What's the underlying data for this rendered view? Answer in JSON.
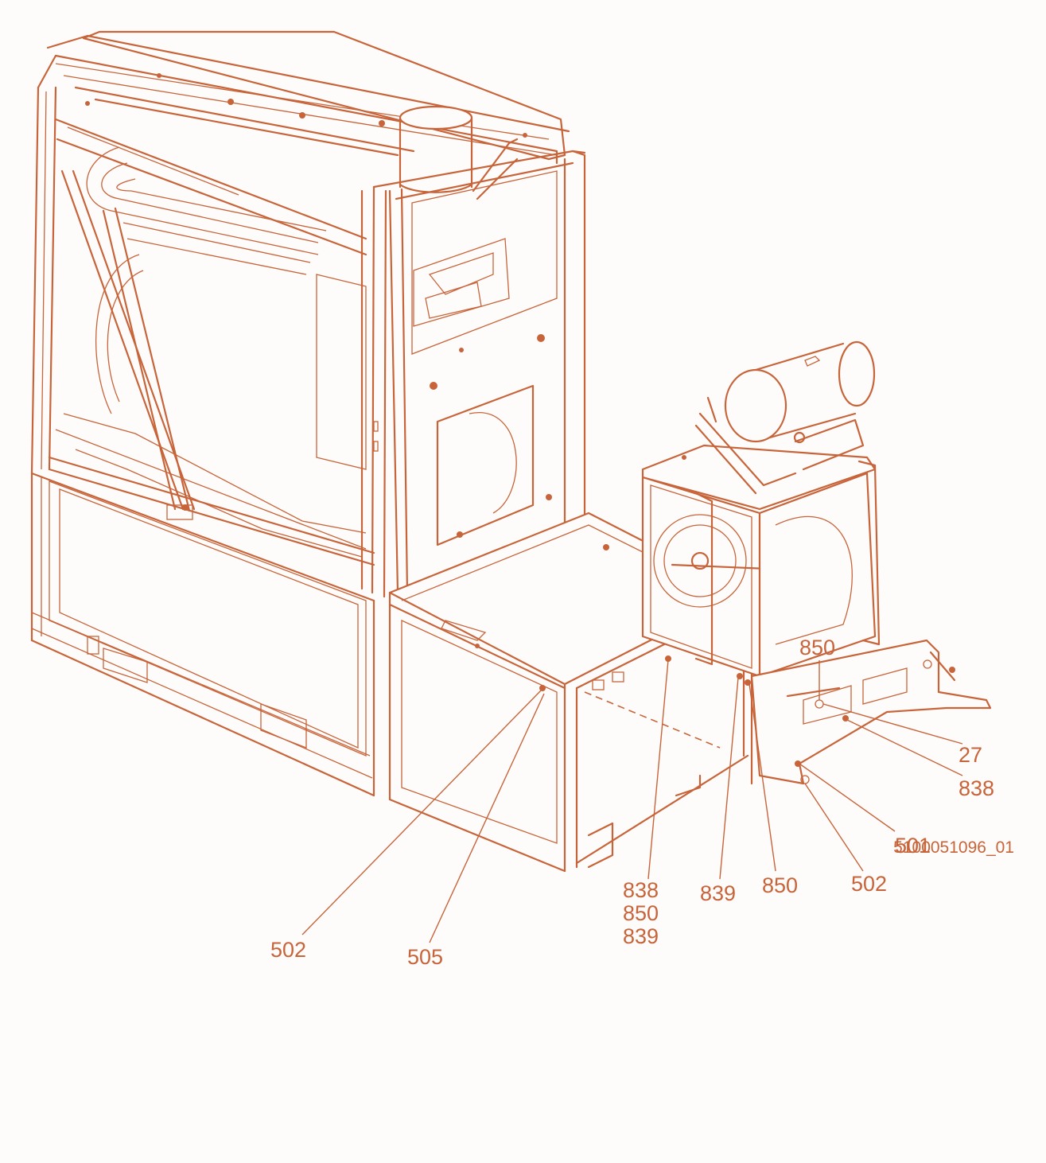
{
  "callouts": [
    {
      "id": "c850a",
      "text": "850"
    },
    {
      "id": "c27",
      "text": "27"
    },
    {
      "id": "c838a",
      "text": "838"
    },
    {
      "id": "c501",
      "text": "501"
    },
    {
      "id": "c502a",
      "text": "502"
    },
    {
      "id": "c850b",
      "text": "850"
    },
    {
      "id": "c839a",
      "text": "839"
    },
    {
      "id": "c838b",
      "text": "838"
    },
    {
      "id": "c850c",
      "text": "850"
    },
    {
      "id": "c839b",
      "text": "839"
    },
    {
      "id": "c502b",
      "text": "502"
    },
    {
      "id": "c505",
      "text": "505"
    }
  ],
  "drawing_number": "5100051096_01",
  "colors": {
    "line": "#c8643a",
    "background": "#fdfcfa"
  }
}
